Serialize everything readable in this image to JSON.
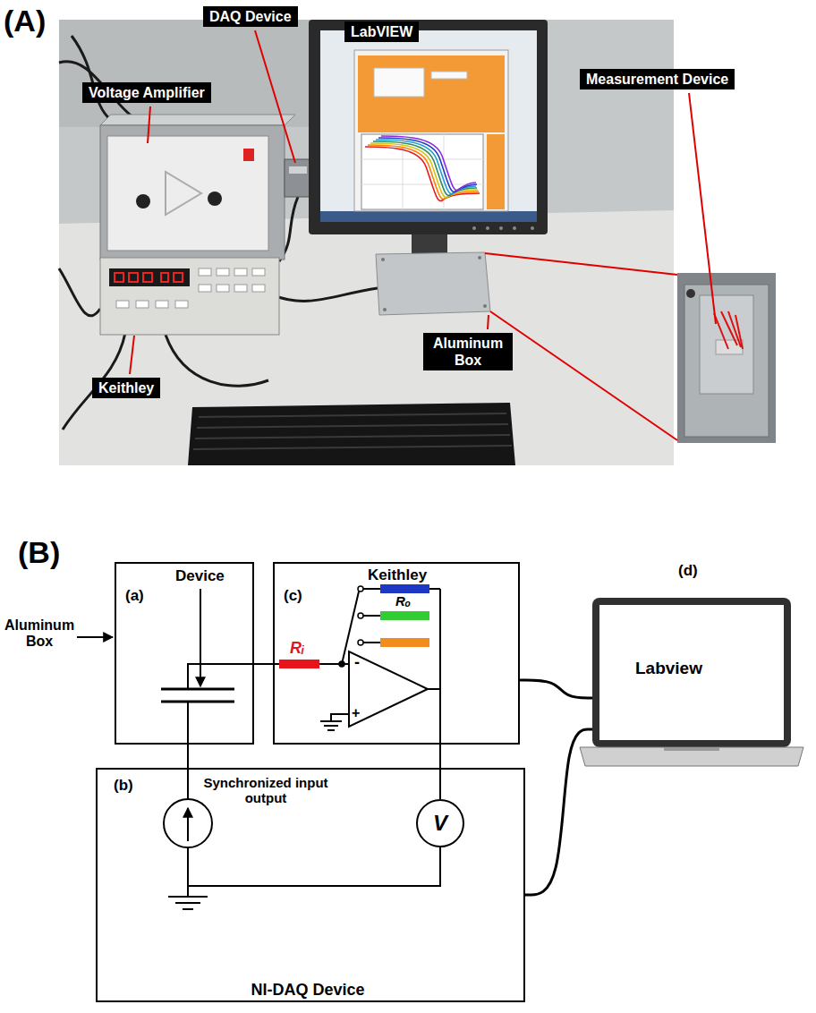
{
  "diagram": {
    "nodes": [
      {
        "text": [
          "DAQ Device"
        ]
      },
      {
        "text": [
          "LabVIEW"
        ]
      },
      {
        "text": [
          "Voltage Amplifier"
        ]
      },
      {
        "text": [
          "Measurement Device"
        ]
      },
      {
        "text": [
          "Aluminum Box"
        ]
      },
      {
        "text": [
          "Keithley"
        ]
      },
      {
        "text": [
          "Device",
          "(a)"
        ]
      },
      {
        "text": [
          "Keithley",
          "(c)"
        ]
      },
      {
        "text": [
          "(b)",
          "Synchronized input output",
          "NI-DAQ Device"
        ]
      },
      {
        "text": [
          "V"
        ],
        "in": 8
      },
      {
        "text": [
          "(d)",
          "Labview"
        ]
      }
    ],
    "edges": [
      {
        "from": 6,
        "to": 7,
        "arrow": "none"
      },
      {
        "from": 6,
        "to": 8,
        "arrow": "none"
      },
      {
        "from": 7,
        "to": 9,
        "arrow": "none"
      },
      {
        "from": 7,
        "to": 10,
        "arrow": "none"
      },
      {
        "from": 8,
        "to": 10,
        "arrow": "none"
      }
    ],
    "labels": [
      "(A)",
      "(B)",
      "Aluminum Box",
      "Rᵢ",
      "Rₒ",
      "-",
      "+"
    ]
  }
}
